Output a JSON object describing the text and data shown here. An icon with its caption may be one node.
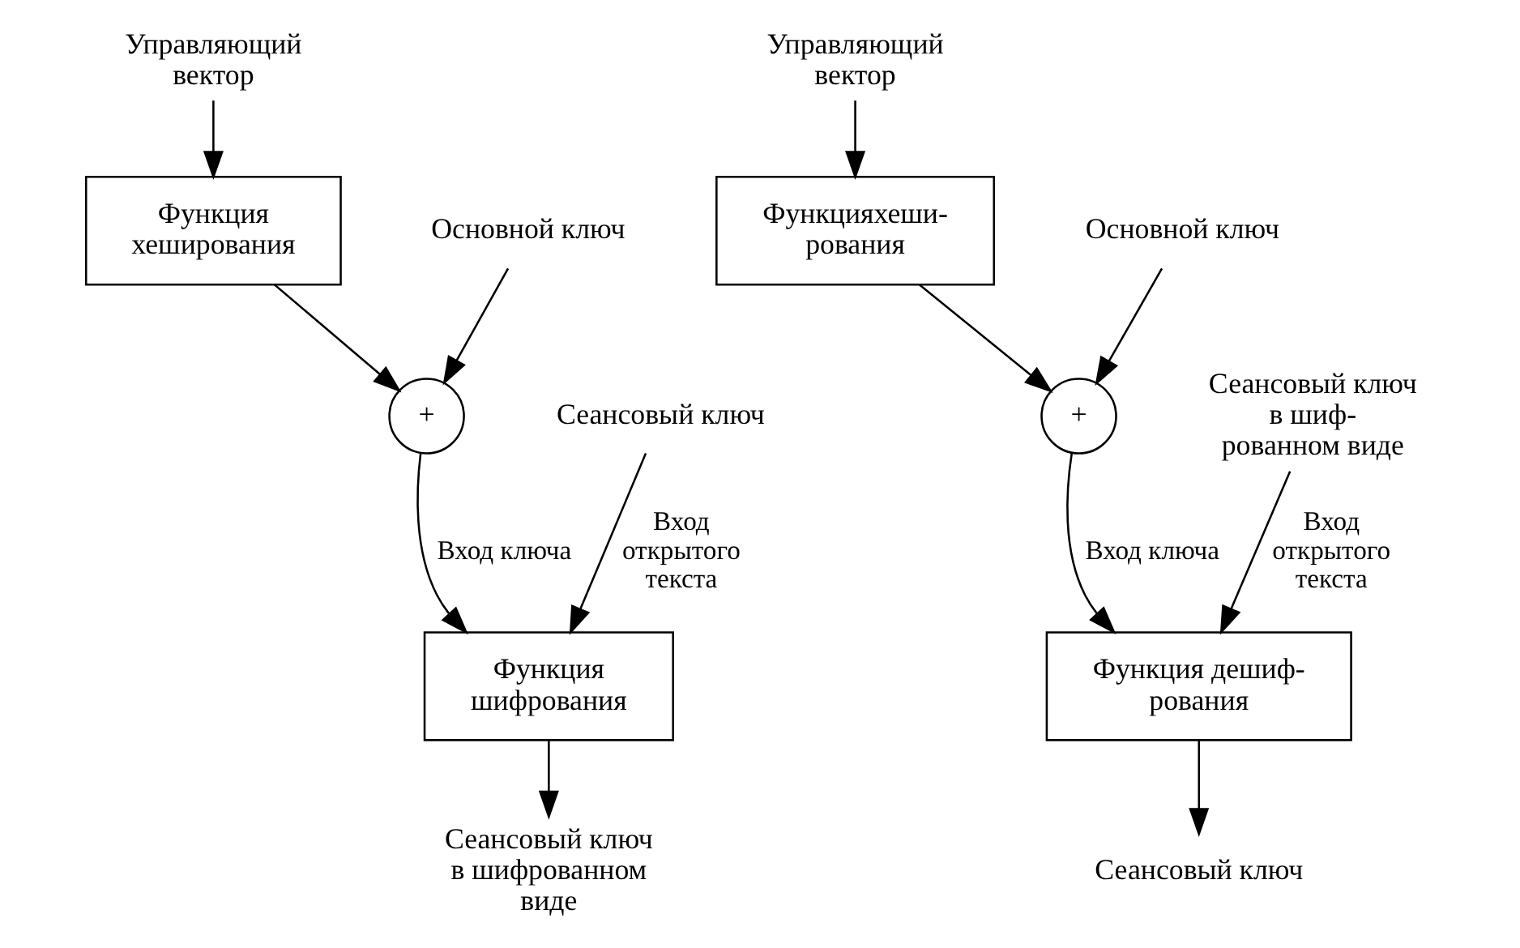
{
  "diagram": {
    "nodes": [
      {
        "text": [
          "Управляющий вектор"
        ]
      },
      {
        "text": [
          "Функция хеширования"
        ]
      },
      {
        "text": [
          "Основной ключ"
        ]
      },
      {
        "text": [
          "+"
        ]
      },
      {
        "text": [
          "Сеансовый ключ"
        ]
      },
      {
        "text": [
          "Функция шифрования"
        ]
      },
      {
        "text": [
          "Сеансовый ключ в шифрованном виде"
        ]
      },
      {
        "text": [
          "Управляющий вектор"
        ]
      },
      {
        "text": [
          "Функцияхеши- рования"
        ]
      },
      {
        "text": [
          "Основной ключ"
        ]
      },
      {
        "text": [
          "+"
        ]
      },
      {
        "text": [
          "Сеансовый ключ в шиф- рованном виде"
        ]
      },
      {
        "text": [
          "Функция дешиф- рования"
        ]
      },
      {
        "text": [
          "Сеансовый ключ"
        ]
      }
    ],
    "edges": [
      {
        "from": 0,
        "to": 1,
        "arrow": "to"
      },
      {
        "from": 1,
        "to": 3,
        "arrow": "to"
      },
      {
        "from": 2,
        "to": 3,
        "arrow": "to"
      },
      {
        "from": 3,
        "to": 5,
        "arrow": "to",
        "label": "Вход ключа"
      },
      {
        "from": 4,
        "to": 5,
        "arrow": "to",
        "label": "Вход открытого текста"
      },
      {
        "from": 5,
        "to": 6,
        "arrow": "to"
      },
      {
        "from": 7,
        "to": 8,
        "arrow": "to"
      },
      {
        "from": 8,
        "to": 10,
        "arrow": "to"
      },
      {
        "from": 9,
        "to": 10,
        "arrow": "to"
      },
      {
        "from": 10,
        "to": 12,
        "arrow": "to",
        "label": "Вход ключа"
      },
      {
        "from": 11,
        "to": 12,
        "arrow": "to",
        "label": "Вход открытого текста"
      },
      {
        "from": 12,
        "to": 13,
        "arrow": "to"
      }
    ]
  }
}
